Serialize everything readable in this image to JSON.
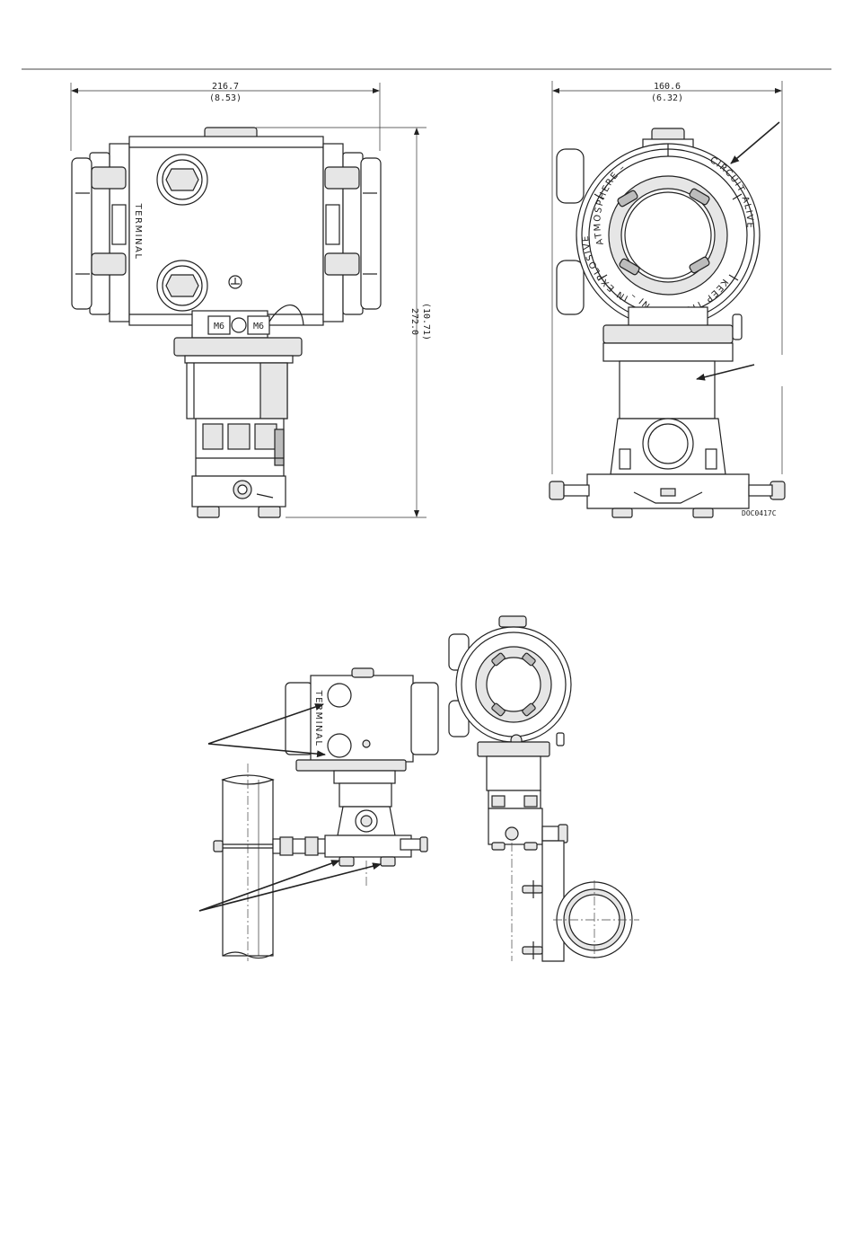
{
  "figure": {
    "side_view": {
      "width_mm": "216.7",
      "width_in": "(8.53)",
      "height_mm": "272.0",
      "height_in": "(10.71)",
      "terminal_label": "TERMINAL",
      "screw_left": "M6",
      "screw_right": "M6"
    },
    "front_view": {
      "width_mm": "160.6",
      "width_in": "(6.32)",
      "cover_text_top": "ATMOSPHERE –",
      "cover_text_left": "IN EXPLOSIVE",
      "cover_text_right_top": "CIRCUIT ALIVE",
      "cover_text_right": "KEEP TIGHT WHEN",
      "cover_text_bottom_left": "– IN",
      "doc_code": "DOC0417C"
    },
    "mounting_view": {
      "terminal_label": "TERMINAL"
    }
  }
}
